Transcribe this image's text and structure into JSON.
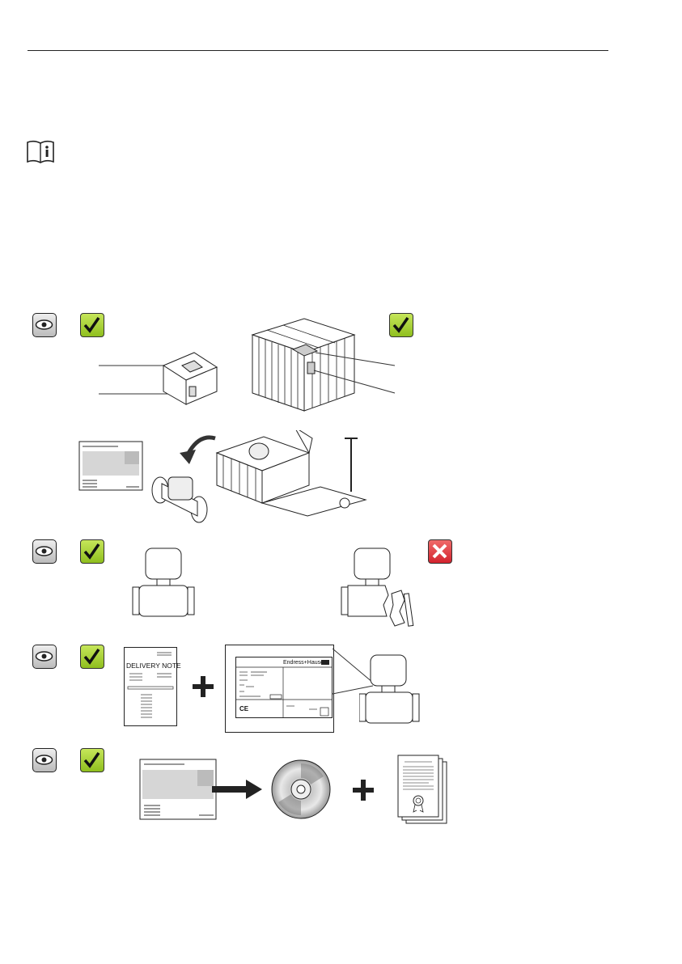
{
  "header": {
    "rule": true
  },
  "info_icon": "book-info-icon",
  "rows": [
    {
      "id": "packaging",
      "eye_icon": "eye-icon",
      "status": "ok"
    },
    {
      "id": "damage",
      "eye_icon": "eye-icon",
      "status_ok": "ok",
      "status_bad": "not-ok"
    },
    {
      "id": "documents",
      "eye_icon": "eye-icon",
      "status": "ok"
    },
    {
      "id": "media",
      "eye_icon": "eye-icon",
      "status": "ok"
    }
  ],
  "delivery_note": {
    "title": "DELIVERY NOTE"
  },
  "nameplate": {
    "brand": "Endress+Hauser",
    "ce": "CE"
  },
  "colors": {
    "check": "#8fbf1e",
    "cross": "#d3232e"
  }
}
